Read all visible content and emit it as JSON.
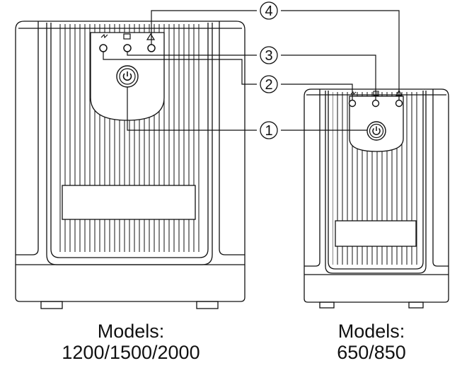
{
  "callouts": [
    "1",
    "2",
    "3",
    "4"
  ],
  "captions": {
    "left_title": "Models:",
    "left_models": "1200/1500/2000",
    "right_title": "Models:",
    "right_models": "650/850"
  },
  "indicator_icons": [
    "ac-power-icon",
    "battery-icon",
    "warning-triangle-icon"
  ],
  "colors": {
    "line": "#111111",
    "background": "#ffffff"
  }
}
